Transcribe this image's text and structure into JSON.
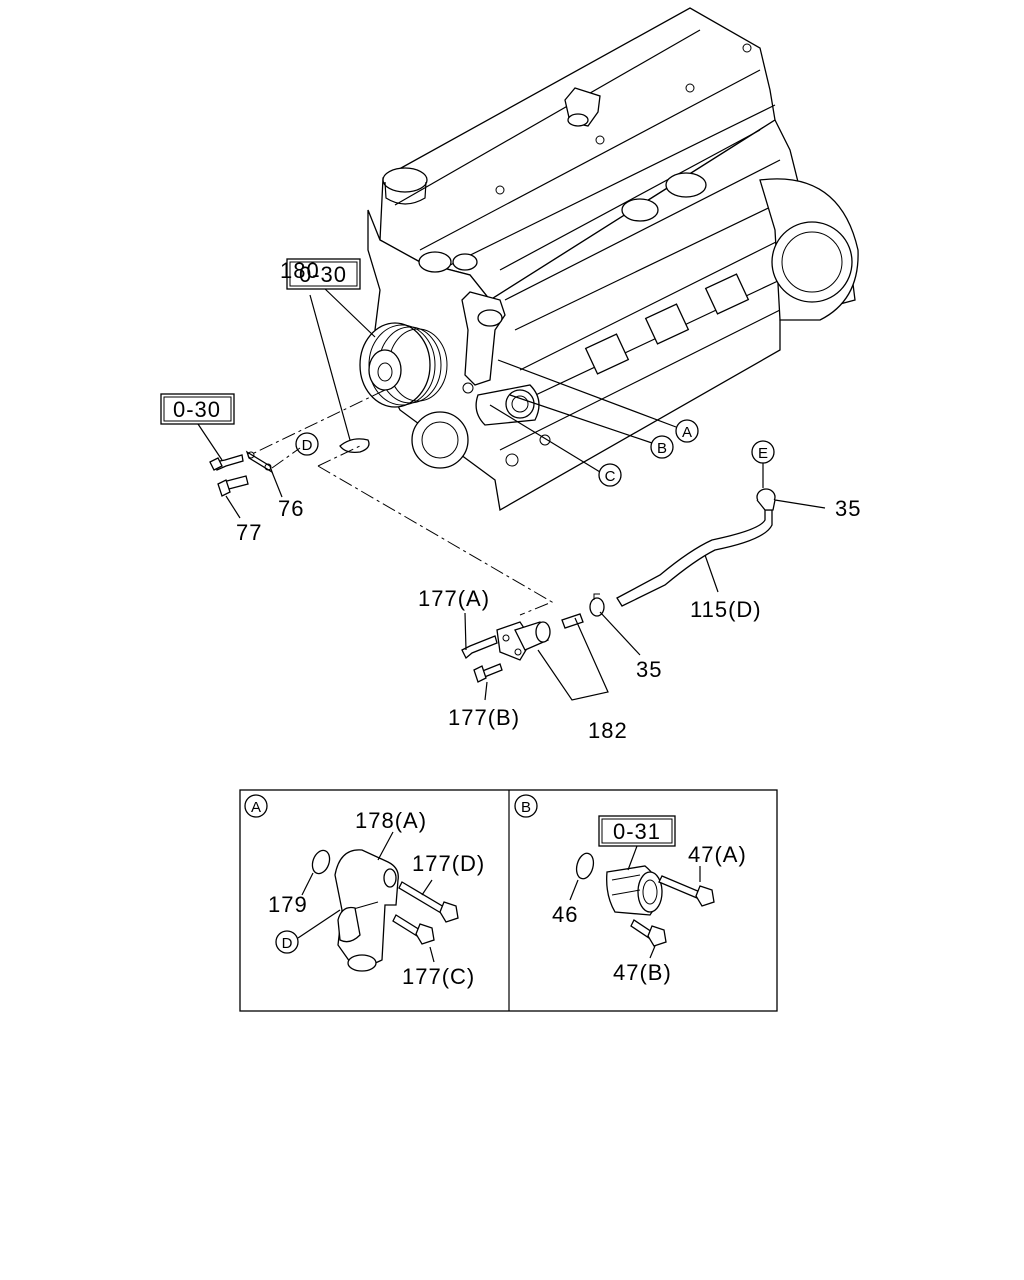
{
  "refs": {
    "ref_top": "0-30",
    "ref_left": "0-30",
    "ref_b": "0-31"
  },
  "callouts": {
    "A": "A",
    "B": "B",
    "C": "C",
    "D": "D",
    "E": "E"
  },
  "labels": {
    "p180": "180",
    "p76": "76",
    "p77": "77",
    "p35_top": "35",
    "p35_bottom": "35",
    "p115d": "115(D)",
    "p177a": "177(A)",
    "p177b": "177(B)",
    "p182": "182"
  },
  "detail_a": {
    "tag": "A",
    "p178a": "178(A)",
    "p177d": "177(D)",
    "p179": "179",
    "tag_d": "D",
    "p177c": "177(C)"
  },
  "detail_b": {
    "tag": "B",
    "p47a": "47(A)",
    "p46": "46",
    "p47b": "47(B)"
  }
}
